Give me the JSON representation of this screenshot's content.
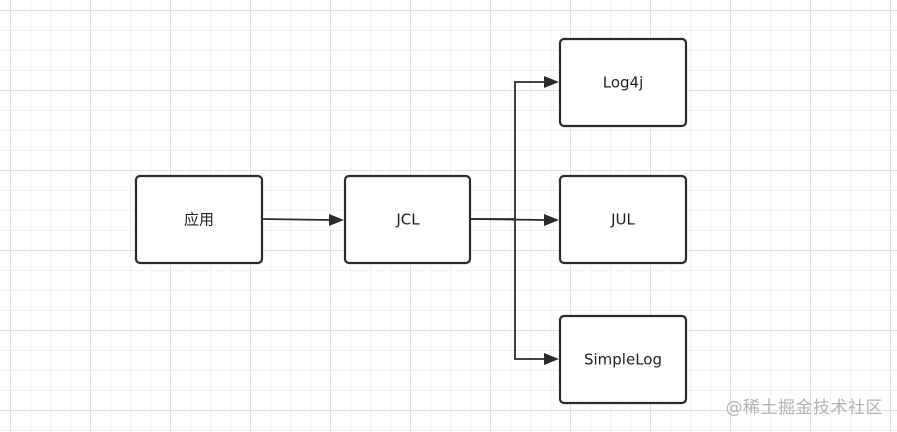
{
  "diagram": {
    "nodes": {
      "app": {
        "label": "应用"
      },
      "jcl": {
        "label": "JCL"
      },
      "log4j": {
        "label": "Log4j"
      },
      "jul": {
        "label": "JUL"
      },
      "simplelog": {
        "label": "SimpleLog"
      }
    },
    "edges": [
      {
        "from": "app",
        "to": "jcl"
      },
      {
        "from": "jcl",
        "to": "log4j"
      },
      {
        "from": "jcl",
        "to": "jul"
      },
      {
        "from": "jcl",
        "to": "simplelog"
      }
    ]
  },
  "watermark": "@稀土掘金技术社区"
}
